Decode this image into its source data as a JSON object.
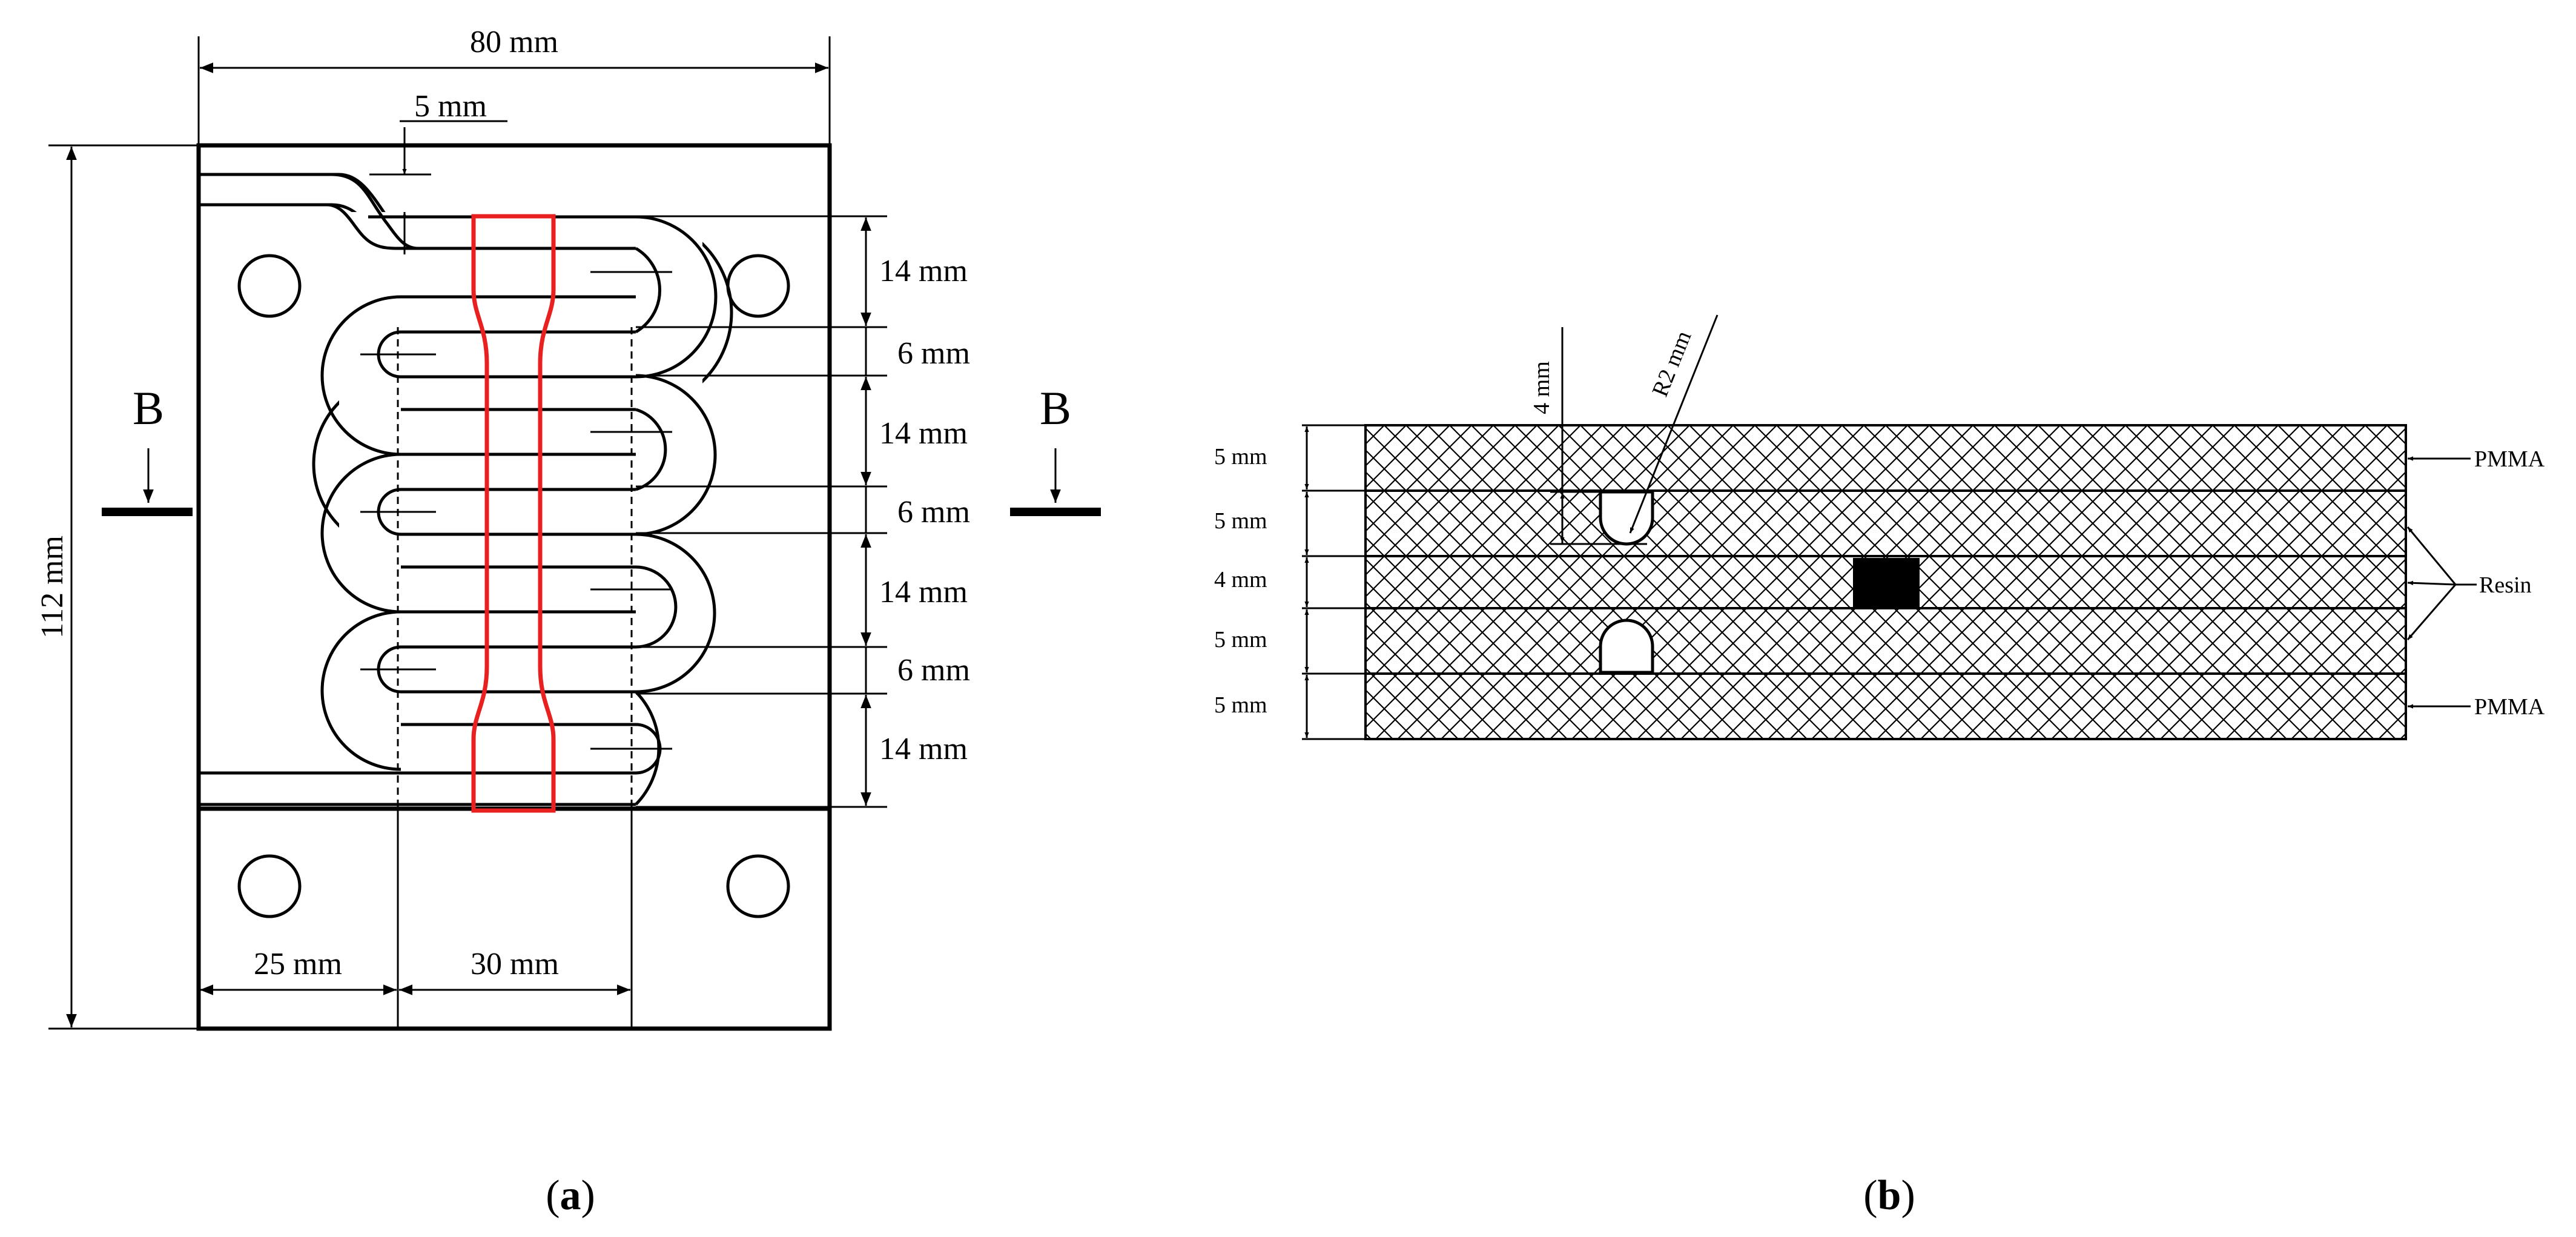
{
  "panel_a": {
    "width_label": "80 mm",
    "inlet_label": "5 mm",
    "height_label": "112 mm",
    "section_left": "B",
    "section_right": "B",
    "spacing_labels": [
      "14 mm",
      "6 mm",
      "14 mm",
      "6 mm",
      "14 mm",
      "6 mm",
      "14 mm"
    ],
    "bottom_left_label": "25 mm",
    "bottom_right_label": "30 mm",
    "caption_open": "(",
    "caption_letter": "a",
    "caption_close": ")",
    "specimen_color": "#e8201f"
  },
  "panel_b": {
    "depth_label": "4 mm",
    "radius_label": "R2 mm",
    "layer_labels": [
      "5 mm",
      "5 mm",
      "4 mm",
      "5 mm",
      "5 mm"
    ],
    "material_top": "PMMA",
    "material_middle": "Resin",
    "material_bottom": "PMMA",
    "caption_open": "(",
    "caption_letter": "b",
    "caption_close": ")"
  }
}
